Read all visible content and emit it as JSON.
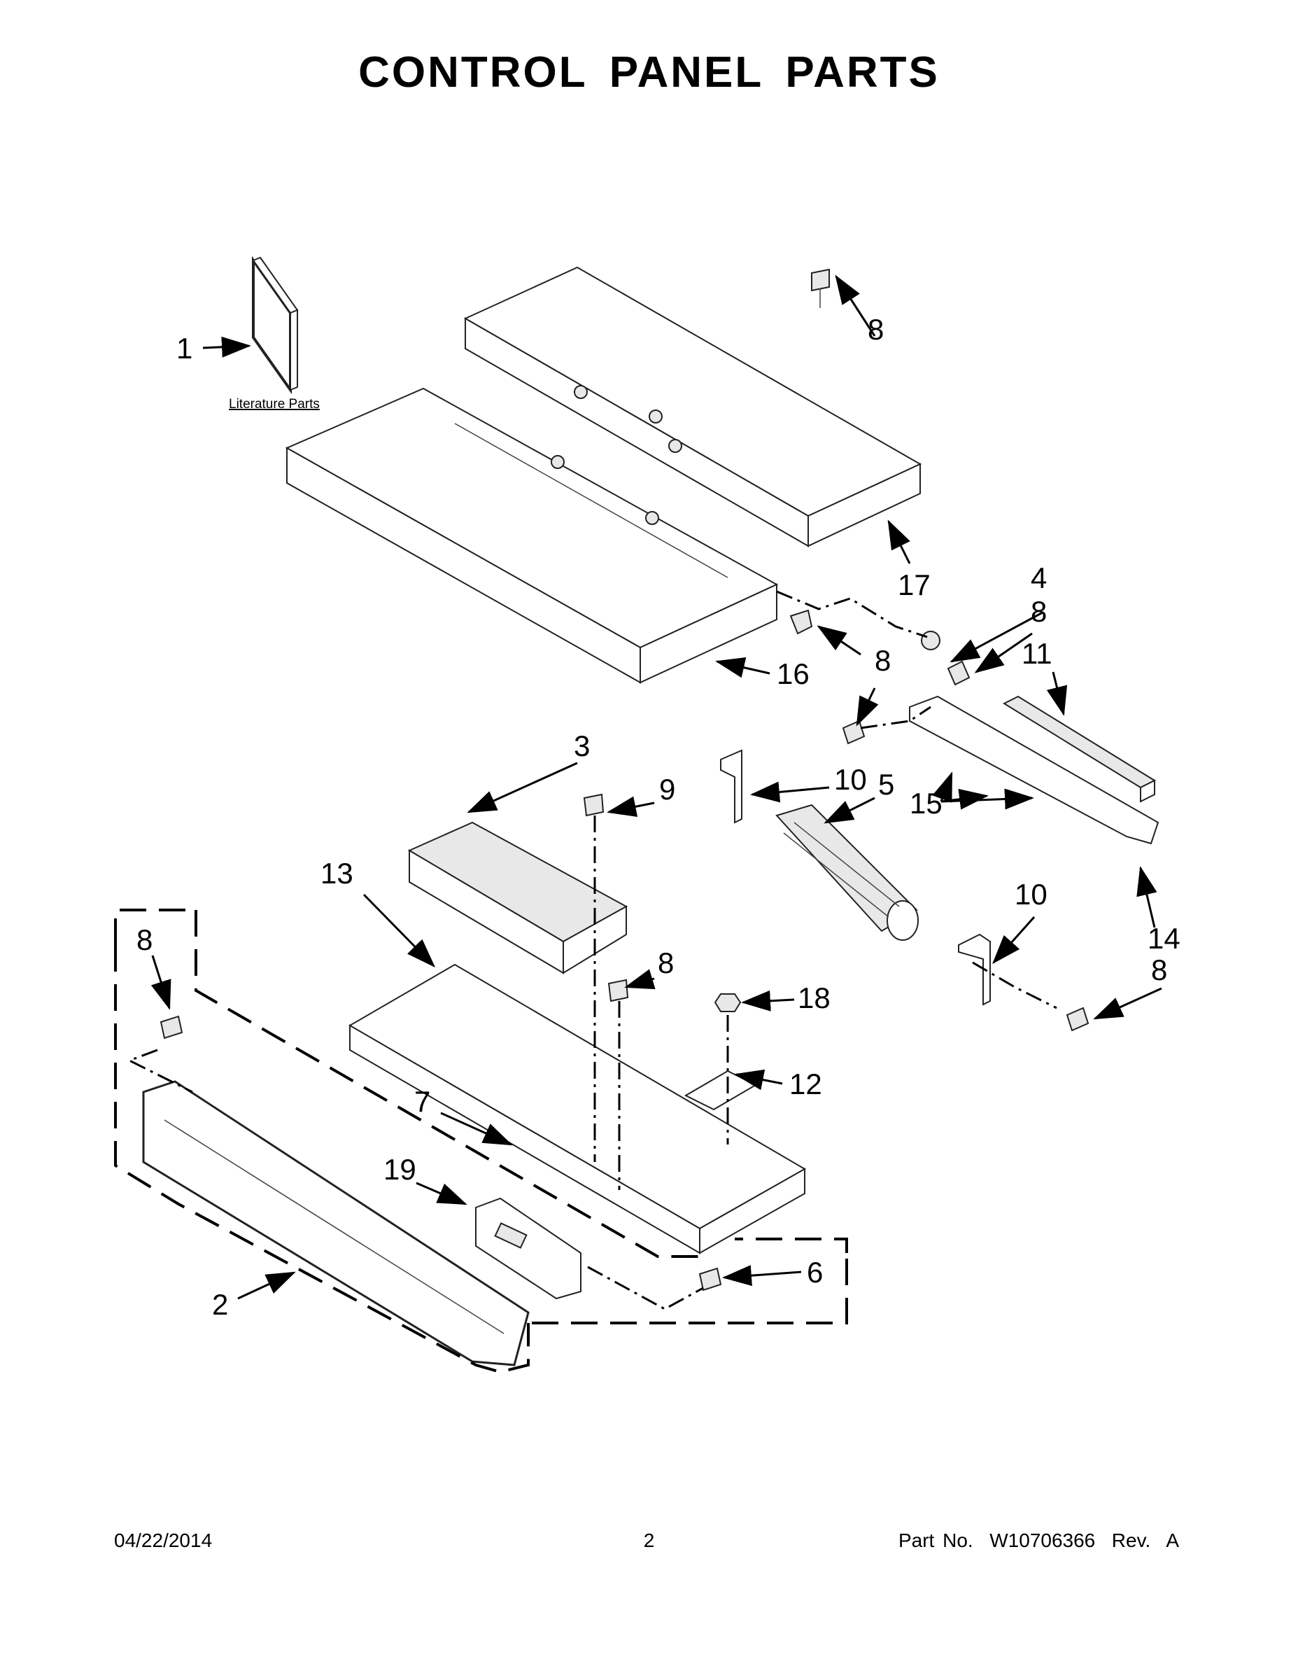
{
  "title": "CONTROL PANEL PARTS",
  "literature_label": "Literature Parts",
  "callouts": {
    "c1": "1",
    "c2": "2",
    "c3": "3",
    "c4": "4",
    "c5": "5",
    "c6": "6",
    "c7": "7",
    "c8a": "8",
    "c8b": "8",
    "c8c": "8",
    "c8d": "8",
    "c8e": "8",
    "c8f": "8",
    "c9": "9",
    "c10a": "10",
    "c10b": "10",
    "c11": "11",
    "c12": "12",
    "c13": "13",
    "c14": "14",
    "c15": "15",
    "c16": "16",
    "c17": "17",
    "c18": "18",
    "c19": "19"
  },
  "footer": {
    "date": "04/22/2014",
    "page": "2",
    "part_no": "Part No.  W10706366  Rev.  A"
  }
}
